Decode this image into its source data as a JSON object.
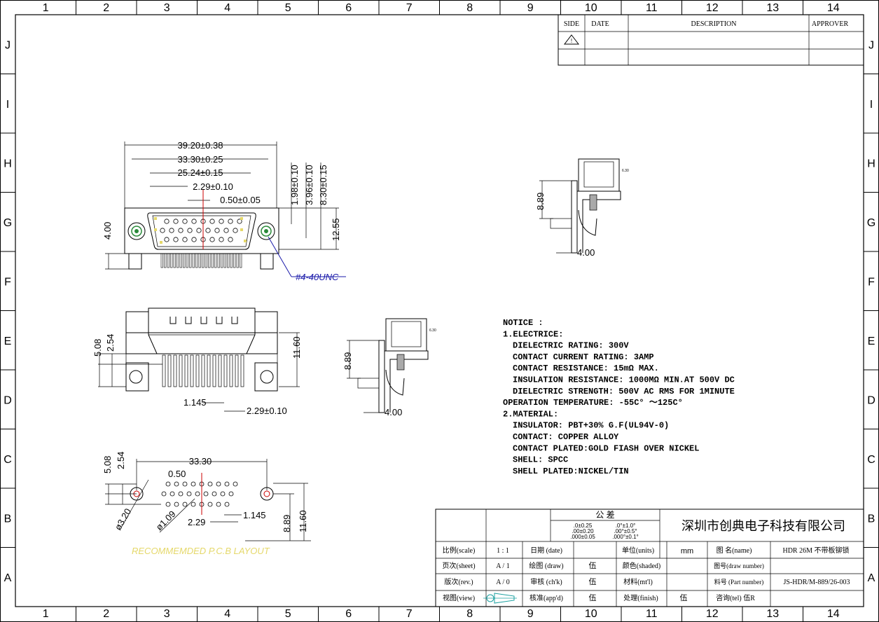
{
  "border": {
    "columns": [
      "1",
      "2",
      "3",
      "4",
      "5",
      "6",
      "7",
      "8",
      "9",
      "10",
      "11",
      "12",
      "13",
      "14"
    ],
    "rows": [
      "J",
      "I",
      "H",
      "G",
      "F",
      "E",
      "D",
      "C",
      "B",
      "A"
    ]
  },
  "revision": {
    "side": "SIDE",
    "date": "DATE",
    "description": "DESCRIPTION",
    "approver": "APPROVER"
  },
  "top_view": {
    "dims": [
      "39.20±0.38",
      "33.30±0.25",
      "25.24±0.15",
      "2.29±0.10",
      "0.50±0.05"
    ],
    "vdims": [
      "1.98±0.10",
      "3.96±0.10",
      "8.30±0.15"
    ],
    "height_left": "4.00",
    "height_right": "12.55",
    "thread": "#4-40UNC"
  },
  "side_view_top": {
    "height": "8.89",
    "width": "4.00",
    "small": "6.30"
  },
  "front_view": {
    "d508": "5.08",
    "d254": "2.54",
    "d1160": "11.60",
    "d1145": "1.145",
    "d229": "2.29±0.10"
  },
  "side_view_mid": {
    "height": "8.89",
    "width": "4.00",
    "small": "6.30"
  },
  "notice": {
    "lines": [
      "NOTICE :",
      "1.ELECTRICE:",
      "  DIELECTRIC RATING: 300V",
      "  CONTACT CURRENT RATING: 3AMP",
      "  CONTACT RESISTANCE: 15mΩ MAX.",
      "  INSULATION RESISTANCE: 1000MΩ MIN.AT 500V DC",
      "  DIELECTRIC STRENGTH: 500V AC RMS FOR 1MINUTE",
      "OPERATION TEMPERATURE: -55C° ～125C°",
      "2.MATERIAL:",
      "  INSULATOR: PBT+30% G.F(UL94V-0)",
      "  CONTACT: COPPER ALLOY",
      "  CONTACT PLATED:GOLD FIASH OVER NICKEL",
      "  SHELL: SPCC",
      "  SHELL PLATED:NICKEL/TIN"
    ]
  },
  "pcb": {
    "d508": "5.08",
    "d254": "2.54",
    "d3330": "33.30",
    "d050": "0.50",
    "d320": "ø3.20",
    "d109": "ø1.09",
    "d229": "2.29",
    "d1145": "1.145",
    "d889": "8.89",
    "d1160": "11.60",
    "caption": "RECOMMEMDED P.C.B LAYOUT"
  },
  "title_block": {
    "tolerance_title": "公 差",
    "tol_a": [
      ".0±0.25",
      ".00±0.20",
      ".000±0.05"
    ],
    "tol_b": [
      ".0°±1.0°",
      ".00°±0.5°",
      ".000°±0.1°"
    ],
    "company": "深圳市创典电子科技有限公司",
    "scale_label": "比例(scale)",
    "scale_value": "1 : 1",
    "date_label": "日期 (date)",
    "units_label": "单位(units)",
    "units_value": "mm",
    "name_label": "图  名(name)",
    "name_value": "HDR 26M 不带板铆锁",
    "sheet_label": "页次(sheet)",
    "sheet_value": "A / 1",
    "draw_label": "绘图 (draw)",
    "draw_value": "伍",
    "shaded_label": "颜色(shaded)",
    "drawno_label": "图号(draw number)",
    "rev_label": "版次(rev.)",
    "rev_value": "A / 0",
    "check_label": "审核 (ch'k)",
    "check_value": "伍",
    "material_label": "材料(mt'l)",
    "partno_label": "料号 (Part number)",
    "partno_value": "JS-HDR/M-889/26-003",
    "view_label": "视图(view)",
    "approve_label": "核准(app'd)",
    "approve_value": "伍",
    "finish_label": "处理(finish)",
    "finish_value": "伍",
    "tel_label": "咨询(tel) 伍R"
  }
}
